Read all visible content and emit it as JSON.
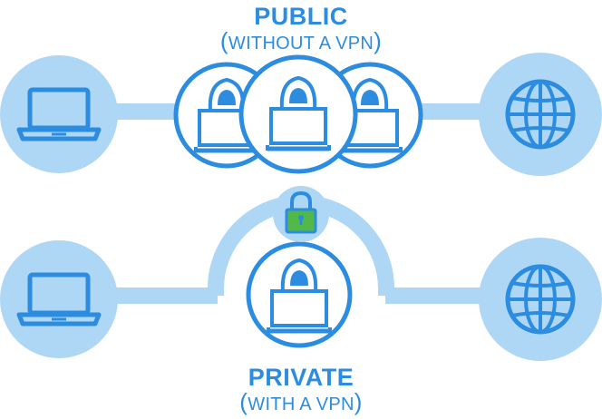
{
  "public": {
    "title": "PUBLIC",
    "subtitle": "WITHOUT A VPN"
  },
  "private": {
    "title": "PRIVATE",
    "subtitle": "WITH A VPN"
  },
  "colors": {
    "primary_blue": "#2c8ce0",
    "light_blue_fill": "#aed6f5",
    "pipe_blue": "#aed6f5",
    "lock_green": "#52b848"
  },
  "icons": [
    "laptop-icon",
    "globe-icon",
    "hooded-hacker-icon",
    "padlock-icon"
  ]
}
